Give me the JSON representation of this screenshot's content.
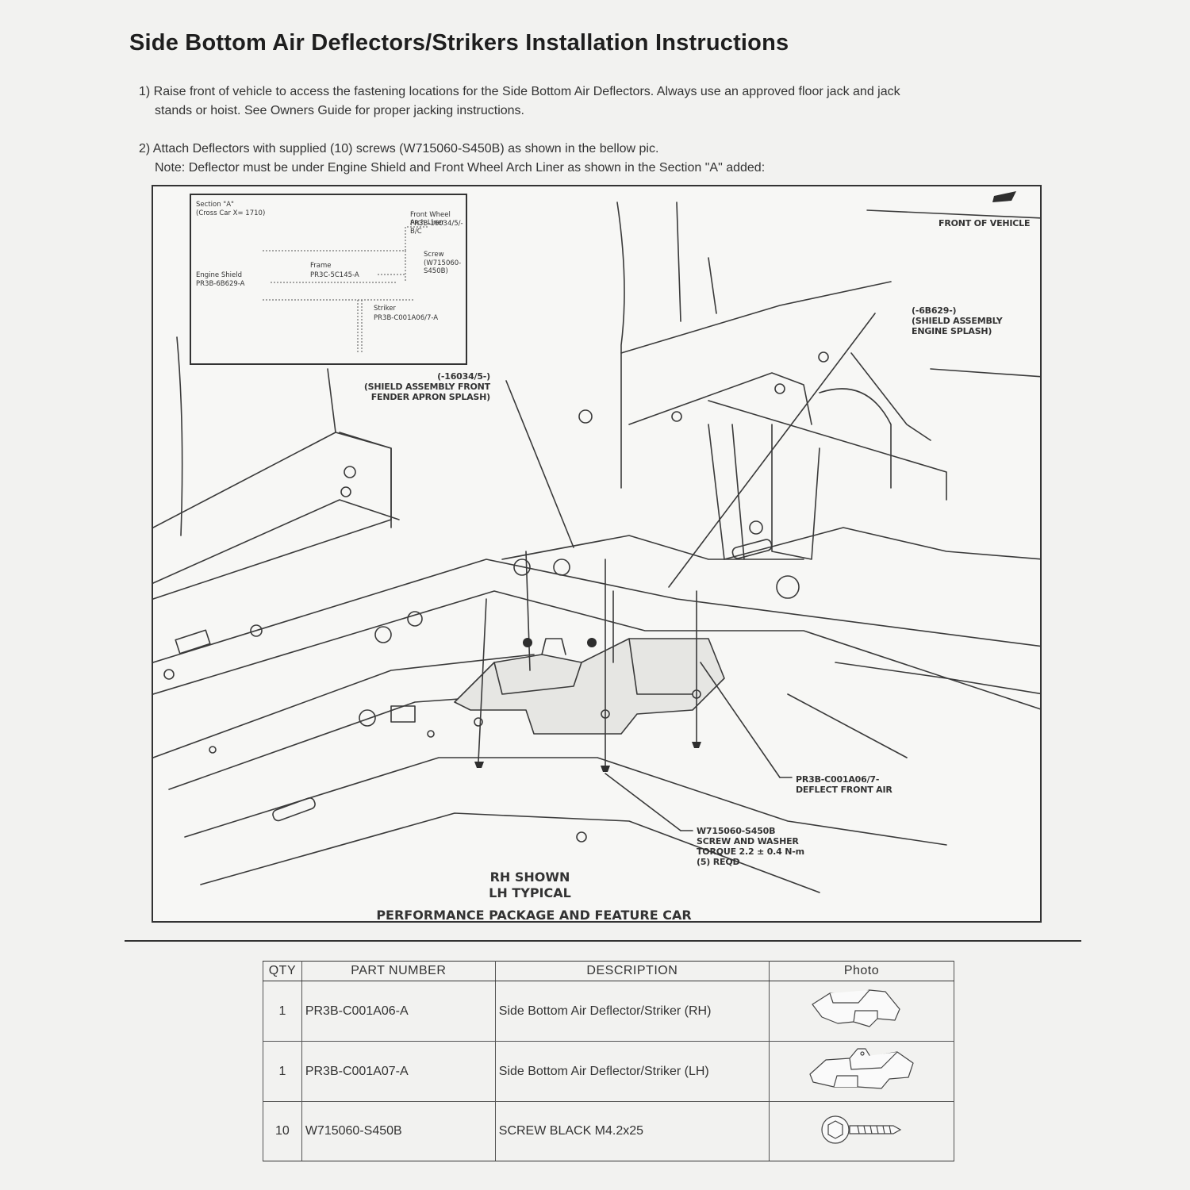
{
  "document": {
    "title": "Side Bottom Air Deflectors/Strikers Installation Instructions"
  },
  "steps": [
    {
      "line1": "1) Raise front of vehicle to access the fastening locations for the Side Bottom Air Deflectors.  Always use an approved floor jack and jack",
      "line2": "stands or hoist.  See Owners Guide for proper jacking instructions."
    },
    {
      "line1": "2) Attach Deflectors with supplied (10) screws (W715060-S450B) as shown in the bellow pic.",
      "line2": "Note: Deflector must be under Engine Shield and Front Wheel Arch Liner as shown in the Section \"A\" added:"
    }
  ],
  "figure": {
    "inset": {
      "section_title": "Section \"A\"",
      "section_sub": "(Cross Car X= 1710)",
      "arch_liner": "Front Wheel Arch Liner",
      "arch_liner_pn": "PR3B-16034/5/-B/C",
      "screw": "Screw",
      "screw_pn": "(W715060-S450B)",
      "frame": "Frame",
      "frame_pn": "PR3C-5C145-A",
      "engine_shield": "Engine Shield",
      "engine_shield_pn": "PR3B-6B629-A",
      "striker": "Striker",
      "striker_pn": "PR3B-C001A06/7-A"
    },
    "front_of_vehicle": "FRONT OF VEHICLE",
    "callout_shield_engine": [
      "(-6B629-)",
      "(SHIELD ASSEMBLY",
      "ENGINE SPLASH)"
    ],
    "callout_shield_fender": [
      "(-16034/5-)",
      "(SHIELD ASSEMBLY FRONT",
      "FENDER APRON SPLASH)"
    ],
    "callout_deflector": [
      "PR3B-C001A06/7-",
      "DEFLECT FRONT AIR"
    ],
    "callout_screw": [
      "W715060-S450B",
      "SCREW AND WASHER",
      "TORQUE 2.2 ± 0.4 N-m",
      "(5) REQD"
    ],
    "caption_rh": "RH SHOWN",
    "caption_lh": "LH TYPICAL",
    "caption_pkg": "PERFORMANCE PACKAGE AND FEATURE CAR"
  },
  "parts_table": {
    "headers": [
      "QTY",
      "PART NUMBER",
      "DESCRIPTION",
      "Photo"
    ],
    "rows": [
      {
        "qty": "1",
        "part_number": "PR3B-C001A06-A",
        "description": "Side Bottom Air Deflector/Striker (RH)",
        "photo": "deflector-rh-icon"
      },
      {
        "qty": "1",
        "part_number": "PR3B-C001A07-A",
        "description": "Side Bottom Air Deflector/Striker (LH)",
        "photo": "deflector-lh-icon"
      },
      {
        "qty": "10",
        "part_number": "W715060-S450B",
        "description": "SCREW BLACK M4.2x25",
        "photo": "screw-icon"
      }
    ]
  }
}
